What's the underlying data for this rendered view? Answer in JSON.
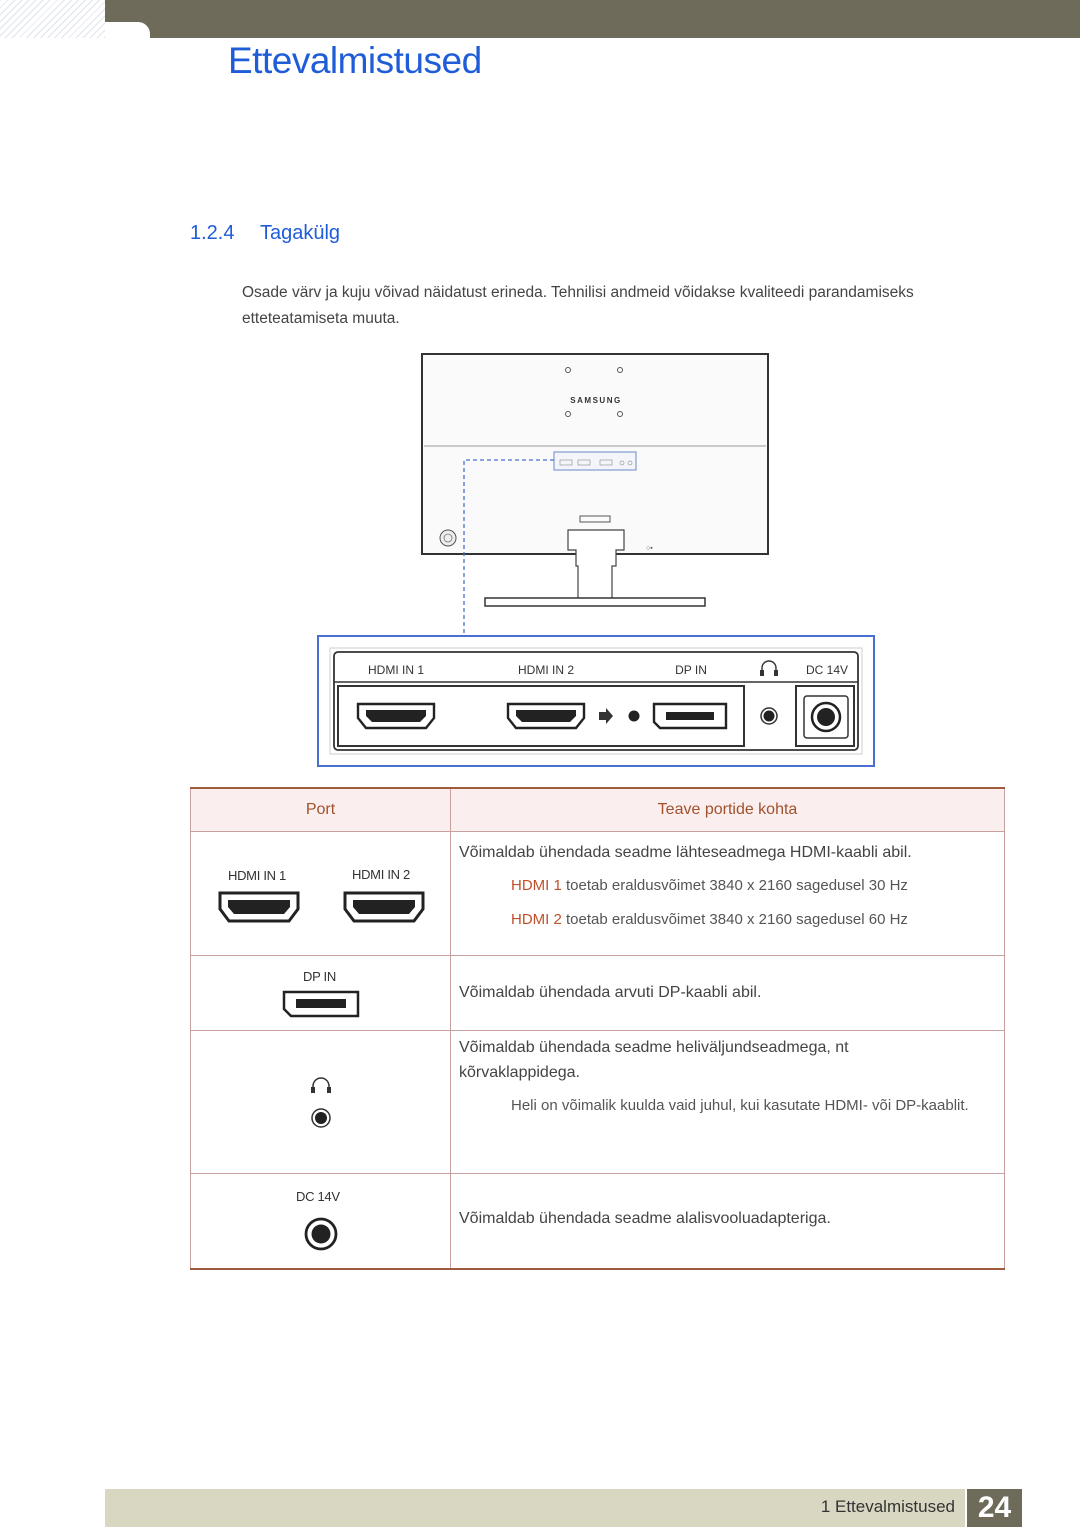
{
  "header": {
    "chapter_title": "Ettevalmistused"
  },
  "section": {
    "number": "1.2.4",
    "title": "Tagakülg"
  },
  "intro": "Osade värv ja kuju võivad näidatust erineda. Tehnilisi andmeid võidakse kvaliteedi parandamiseks etteteatamiseta muuta.",
  "diagram": {
    "brand": "SAMSUNG",
    "port_labels": {
      "hdmi1": "HDMI IN 1",
      "hdmi2": "HDMI IN 2",
      "dp": "DP IN",
      "dc": "DC 14V"
    },
    "icons": [
      "hdmi-port-icon",
      "dp-port-icon",
      "headphone-icon",
      "audio-jack-icon",
      "dc-power-jack-icon",
      "arrow-right-icon"
    ]
  },
  "table": {
    "headers": {
      "port": "Port",
      "info": "Teave portide kohta"
    },
    "rows": {
      "hdmi": {
        "label1": "HDMI IN 1",
        "label2": "HDMI IN 2",
        "desc": "Võimaldab ühendada seadme lähteseadmega HDMI-kaabli abil.",
        "note1_name": "HDMI 1",
        "note1_text": " toetab eraldusvõimet 3840 x 2160 sagedusel 30 Hz",
        "note2_name": "HDMI 2",
        "note2_text": " toetab eraldusvõimet 3840 x 2160 sagedusel 60 Hz"
      },
      "dp": {
        "label": "DP IN",
        "desc": "Võimaldab ühendada arvuti DP-kaabli abil."
      },
      "audio": {
        "desc": "Võimaldab ühendada seadme heliväljundseadmega, nt kõrvaklappidega.",
        "note": "Heli on võimalik kuulda vaid juhul, kui kasutate HDMI- või DP-kaablit."
      },
      "dc": {
        "label": "DC 14V",
        "desc": "Võimaldab ühendada seadme alalisvooluadapteriga."
      }
    }
  },
  "footer": {
    "chapter": "1 Ettevalmistused",
    "page": "24"
  },
  "colors": {
    "title_blue": "#1f5cd8",
    "header_bar": "#6e6b5a",
    "footer_bar": "#d9d6c2",
    "table_accent": "#a0522d",
    "note_highlight": "#c0502a"
  }
}
